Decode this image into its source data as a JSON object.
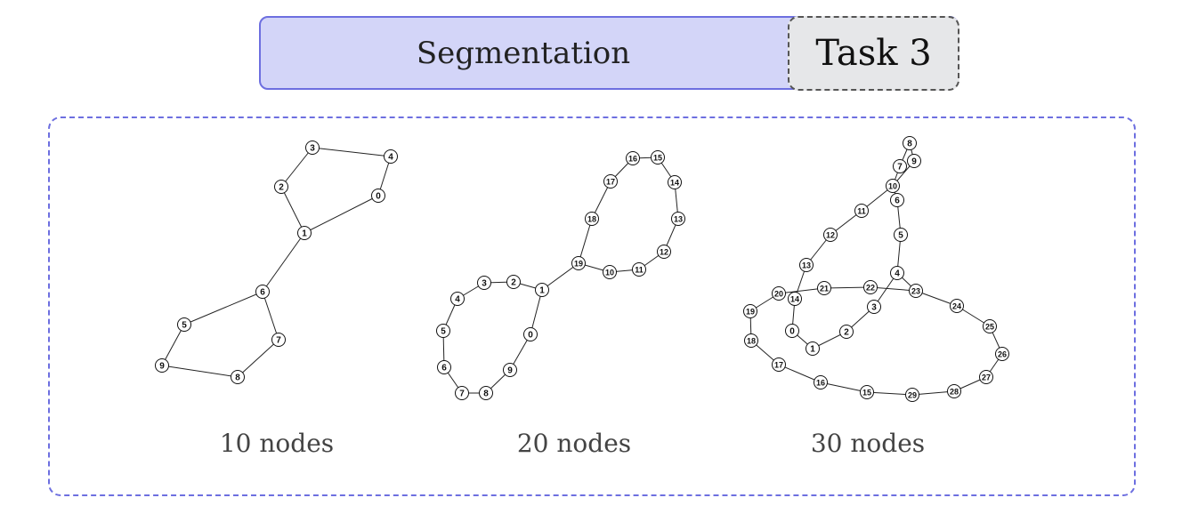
{
  "header": {
    "title": "Segmentation",
    "task_label": "Task 3"
  },
  "captions": [
    "10 nodes",
    "20 nodes",
    "30 nodes"
  ],
  "colors": {
    "accent": "#6d6fe0",
    "header_fill": "#d3d5f8",
    "task_fill": "#e6e7e9"
  },
  "graphs": [
    {
      "name": "graph-10",
      "nodes": [
        "0",
        "1",
        "2",
        "3",
        "4",
        "5",
        "6",
        "7",
        "8",
        "9"
      ],
      "edges": [
        [
          0,
          1
        ],
        [
          0,
          4
        ],
        [
          4,
          3
        ],
        [
          3,
          2
        ],
        [
          2,
          1
        ],
        [
          1,
          6
        ],
        [
          6,
          5
        ],
        [
          5,
          9
        ],
        [
          9,
          8
        ],
        [
          8,
          7
        ],
        [
          7,
          6
        ]
      ]
    },
    {
      "name": "graph-20",
      "nodes": [
        "0",
        "1",
        "2",
        "3",
        "4",
        "5",
        "6",
        "7",
        "8",
        "9",
        "10",
        "11",
        "12",
        "13",
        "14",
        "15",
        "16",
        "17",
        "18",
        "19"
      ],
      "edges": [
        [
          0,
          1
        ],
        [
          1,
          2
        ],
        [
          2,
          3
        ],
        [
          3,
          4
        ],
        [
          4,
          5
        ],
        [
          5,
          6
        ],
        [
          6,
          7
        ],
        [
          7,
          8
        ],
        [
          8,
          9
        ],
        [
          9,
          0
        ],
        [
          1,
          19
        ],
        [
          19,
          18
        ],
        [
          18,
          17
        ],
        [
          17,
          16
        ],
        [
          16,
          15
        ],
        [
          15,
          14
        ],
        [
          14,
          13
        ],
        [
          13,
          12
        ],
        [
          12,
          11
        ],
        [
          11,
          10
        ],
        [
          10,
          19
        ]
      ]
    },
    {
      "name": "graph-30",
      "nodes": [
        "0",
        "1",
        "2",
        "3",
        "4",
        "5",
        "6",
        "7",
        "8",
        "9",
        "10",
        "11",
        "12",
        "13",
        "14",
        "15",
        "16",
        "17",
        "18",
        "19",
        "20",
        "21",
        "22",
        "23",
        "24",
        "25",
        "26",
        "27",
        "28",
        "29"
      ],
      "edges": [
        [
          0,
          1
        ],
        [
          1,
          2
        ],
        [
          2,
          3
        ],
        [
          3,
          4
        ],
        [
          4,
          5
        ],
        [
          5,
          6
        ],
        [
          6,
          10
        ],
        [
          10,
          7
        ],
        [
          7,
          8
        ],
        [
          8,
          9
        ],
        [
          9,
          10
        ],
        [
          10,
          11
        ],
        [
          11,
          12
        ],
        [
          12,
          13
        ],
        [
          13,
          14
        ],
        [
          14,
          0
        ],
        [
          4,
          23
        ],
        [
          23,
          22
        ],
        [
          22,
          21
        ],
        [
          21,
          20
        ],
        [
          20,
          19
        ],
        [
          19,
          18
        ],
        [
          18,
          17
        ],
        [
          17,
          16
        ],
        [
          16,
          15
        ],
        [
          15,
          29
        ],
        [
          29,
          28
        ],
        [
          28,
          27
        ],
        [
          27,
          26
        ],
        [
          26,
          25
        ],
        [
          25,
          24
        ],
        [
          24,
          23
        ]
      ]
    }
  ]
}
